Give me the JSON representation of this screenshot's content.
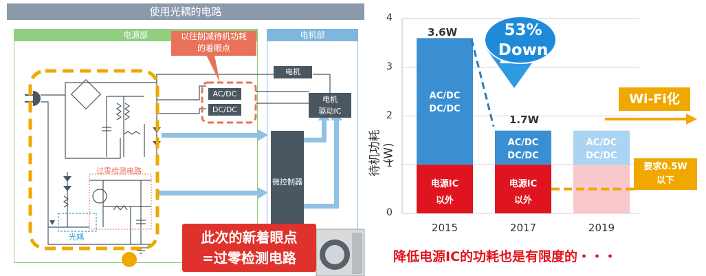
{
  "diagram": {
    "title": "使用光耦的电路",
    "section_power": "电源部",
    "section_motor": "电机部",
    "callout_line1": "以往削减待机功耗",
    "callout_line2": "的着眼点",
    "acdc": "AC/DC",
    "dcdc": "DC/DC",
    "motor": "电机",
    "driver_line1": "电机",
    "driver_line2": "驱动IC",
    "mcu": "微控制器",
    "zero_cross": "过零检测电路",
    "optocoupler": "光耦",
    "new_focus_line1": "此次的新着眼点",
    "new_focus_line2": "=过零检测电路"
  },
  "chart_data": {
    "type": "bar",
    "categories": [
      "2015",
      "2017",
      "2019"
    ],
    "series": [
      {
        "name": "电源IC以外",
        "values": [
          1.0,
          1.0,
          1.0
        ]
      },
      {
        "name": "AC/DC DC/DC",
        "values": [
          2.6,
          0.7,
          0.7
        ]
      }
    ],
    "totals": [
      "3.6W",
      "1.7W"
    ],
    "ylabel": "待机功耗(W)",
    "ylim": [
      0,
      4
    ],
    "yticks": [
      "0",
      "1",
      "2",
      "3",
      "4"
    ],
    "grid": true,
    "label_other_1": "电源IC",
    "label_other_2": "以外",
    "label_acdc": "AC/DC",
    "label_dcdc": "DC/DC",
    "down_pct": "53%",
    "down_word": "Down",
    "wifi": "Wi-Fi化",
    "req_line1": "要求0.5W",
    "req_line2": "以下",
    "req_value": 0.5,
    "footer": "降低电源IC的功耗也是有限度的・・・",
    "colors": {
      "red": "#e0141e",
      "blue": "#3a8fd2",
      "light_red": "#f8c8cc",
      "light_blue": "#a9d4f2",
      "orange": "#f0a800"
    }
  }
}
